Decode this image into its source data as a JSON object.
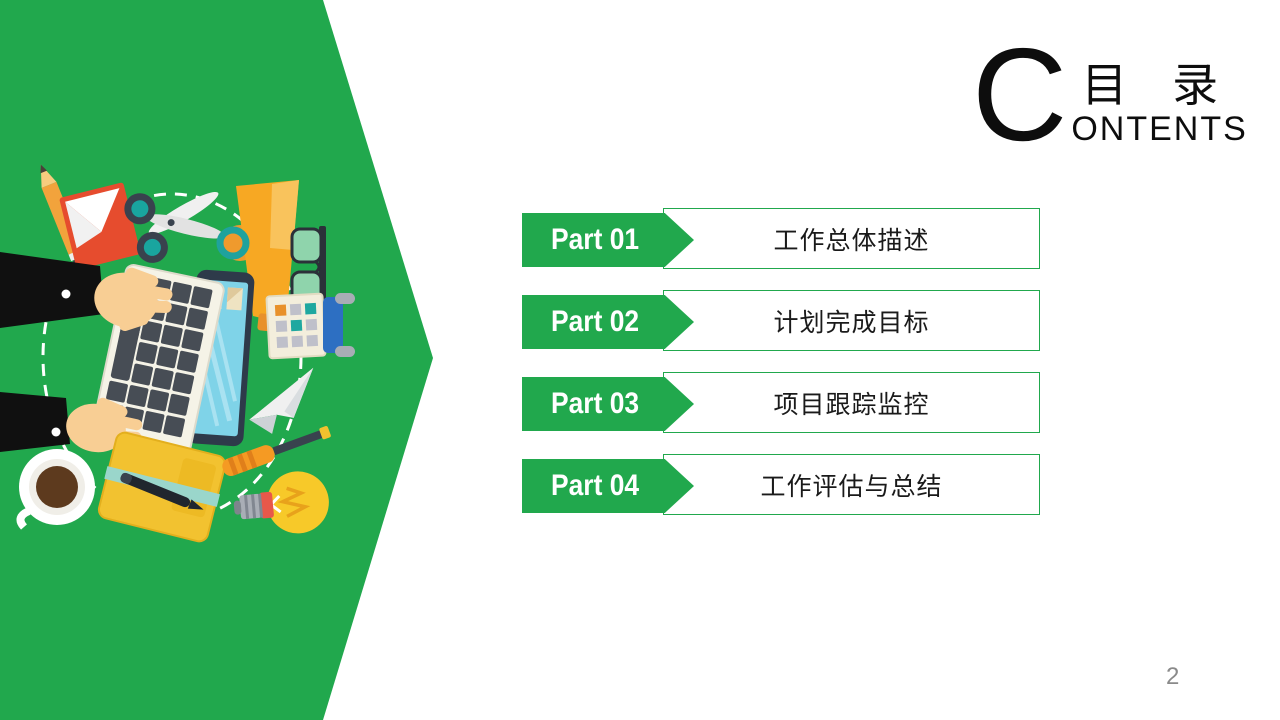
{
  "slide": {
    "page_number": "2"
  },
  "header": {
    "big_letter": "C",
    "title_cn": "目 录",
    "title_en": "ONTENTS"
  },
  "toc": [
    {
      "part_label": "Part 01",
      "title": "工作总体描述"
    },
    {
      "part_label": "Part 02",
      "title": "计划完成目标"
    },
    {
      "part_label": "Part 03",
      "title": "项目跟踪监控"
    },
    {
      "part_label": "Part 04",
      "title": "工作评估与总结"
    }
  ],
  "colors": {
    "brand_green": "#21A84D",
    "title_black": "#0d0d0d",
    "item_text": "#1a1a1a",
    "page_number_gray": "#8a8a8a"
  },
  "illustration": {
    "icons": [
      "pencil-icon",
      "envelope-icon",
      "scissors-icon",
      "megaphone-icon",
      "glasses-icon",
      "smartphone-icon",
      "keyboard-icon",
      "left-hand-icon",
      "right-hand-icon",
      "calculator-icon",
      "stapler-icon",
      "paper-plane-icon",
      "coffee-cup-icon",
      "notebook-icon",
      "pen-icon",
      "screwdriver-icon",
      "lightbulb-icon"
    ]
  }
}
